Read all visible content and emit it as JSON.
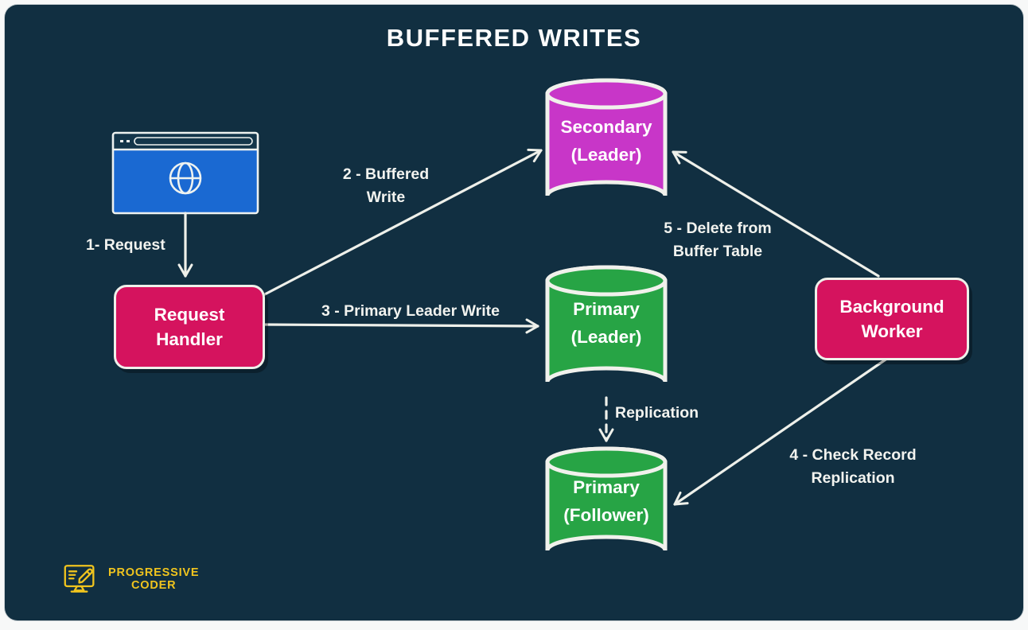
{
  "title": "BUFFERED WRITES",
  "colors": {
    "panel_bg": "#112f41",
    "node_pink": "#d5135e",
    "cylinder_magenta": "#c836c8",
    "cylinder_green": "#27a445",
    "browser_blue": "#1a69d2",
    "line_color": "#eef0ea",
    "logo_yellow": "#f0c41e"
  },
  "nodes": {
    "client_browser": {
      "icon": "browser-globe-icon"
    },
    "request_handler": {
      "line1": "Request",
      "line2": "Handler"
    },
    "secondary_leader": {
      "line1": "Secondary",
      "line2": "(Leader)"
    },
    "primary_leader": {
      "line1": "Primary",
      "line2": "(Leader)"
    },
    "primary_follower": {
      "line1": "Primary",
      "line2": "(Follower)"
    },
    "background_worker": {
      "line1": "Background",
      "line2": "Worker"
    }
  },
  "edges": {
    "request": {
      "label": "1- Request"
    },
    "buffered_write": {
      "line1": "2 - Buffered",
      "line2": "Write"
    },
    "primary_leader_write": {
      "label": "3 - Primary Leader Write"
    },
    "replication": {
      "label": "Replication"
    },
    "check_record_replication": {
      "line1": "4 - Check Record",
      "line2": "Replication"
    },
    "delete_from_buffer_table": {
      "line1": "5 - Delete from",
      "line2": "Buffer Table"
    }
  },
  "logo": {
    "line1": "PROGRESSIVE",
    "line2": "CODER",
    "icon": "monitor-pencil-icon"
  }
}
